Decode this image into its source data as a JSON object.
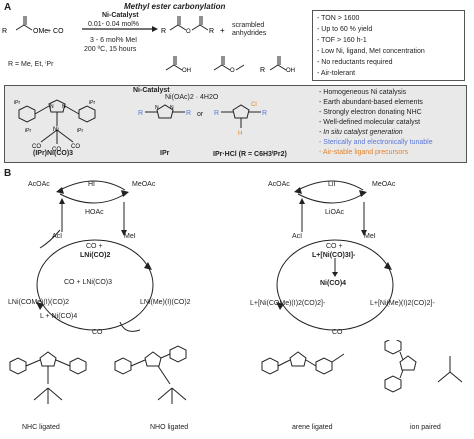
{
  "panel_a": {
    "letter": "A",
    "title": "Methyl ester carbonylation",
    "reaction": {
      "catalyst": "Ni-Catalyst",
      "loading": "0.01- 0.04 mol%",
      "mei": "3 - 6 mol% MeI",
      "conditions": "200 ºC, 15 hours",
      "reactant_plus": "+ CO",
      "reactant_ome": "OMe",
      "product_plus": "+",
      "byproduct": "scrambled anhydrides",
      "r_def": "R = Me, Et, ⁱPr"
    },
    "features": [
      "- TON > 1600",
      "- Up to 60 % yield",
      "- TOF > 160 h-1",
      "- Low Ni, ligand, MeI concentration",
      "- No reductants required",
      "- Air-tolerant"
    ],
    "catalyst_box": {
      "title": "Ni-Catalyst",
      "complex_label": "(IPr)Ni(CO)3",
      "ni_source": "Ni(OAc)2 · 4H2O",
      "or": "or",
      "ipr_label": "IPr",
      "iprhcl_label": "IPr·HCl (R = C6H3ⁱPr2)",
      "ipr_sub": "iPr",
      "co": "CO",
      "ni": "Ni",
      "r": "R",
      "n": "N",
      "cl": "Cl",
      "h": "H",
      "features": [
        {
          "text": "- Homogeneous Ni catalysis",
          "color": "black"
        },
        {
          "text": "- Earth abundant-based elements",
          "color": "black"
        },
        {
          "text": "- Strongly electron donating NHC",
          "color": "black"
        },
        {
          "text": "- Well-defined molecular catalyst",
          "color": "black"
        },
        {
          "text": "- In situ catalyst generation",
          "color": "black"
        },
        {
          "text": "- Sterically and electronically tunable",
          "color": "blue"
        },
        {
          "text": "- Air-stable ligand precursors",
          "color": "orange"
        }
      ]
    }
  },
  "panel_b": {
    "letter": "B",
    "left_cycle": {
      "acoac": "AcOAc",
      "hi": "HI",
      "meoac": "MeOAc",
      "hoac": "HOAc",
      "aci": "AcI",
      "mei": "MeI",
      "co": "CO",
      "top_species": [
        "CO +",
        "LNi(CO)2"
      ],
      "left_species": [
        "CO + LNi(CO)3"
      ],
      "right_species": [
        "LNi(Me)(I)(CO)2"
      ],
      "bottom_left": [
        "LNi(COMe)(I)(CO)2",
        "L + Ni(CO)4"
      ]
    },
    "right_cycle": {
      "acoac": "AcOAc",
      "lii": "LiI",
      "meoac": "MeOAc",
      "lioac": "LiOAc",
      "aci": "AcI",
      "mei": "MeI",
      "co": "CO",
      "top_species": [
        "CO +",
        "L+[Ni(CO)3I]-"
      ],
      "center_species": "Ni(CO)4",
      "right_species": [
        "L+[Ni(Me)(I)2(CO)2]-"
      ],
      "bottom_left": [
        "L+[Ni(COMe)(I)2(CO)2]-"
      ]
    },
    "bottom_labels": [
      "NHC ligated",
      "NHO ligated",
      "arene ligated",
      "ion paired"
    ]
  }
}
